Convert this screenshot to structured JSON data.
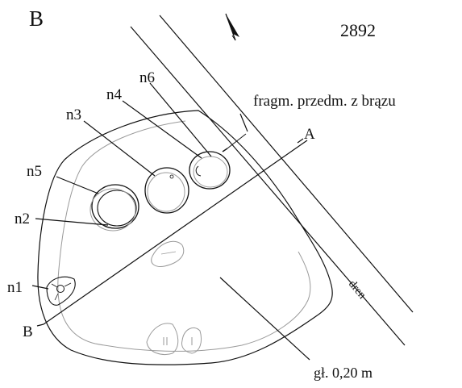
{
  "panel_letter": "B",
  "feature_number": "2892",
  "labels": {
    "n6": "n6",
    "n4": "n4",
    "n3": "n3",
    "n5": "n5",
    "n2": "n2",
    "n1": "n1",
    "point_a": "A",
    "point_b": "B",
    "bronze_fragment": "fragm. przedm. z brązu",
    "drain": "dren",
    "depth": "gł. 0,20 m"
  }
}
